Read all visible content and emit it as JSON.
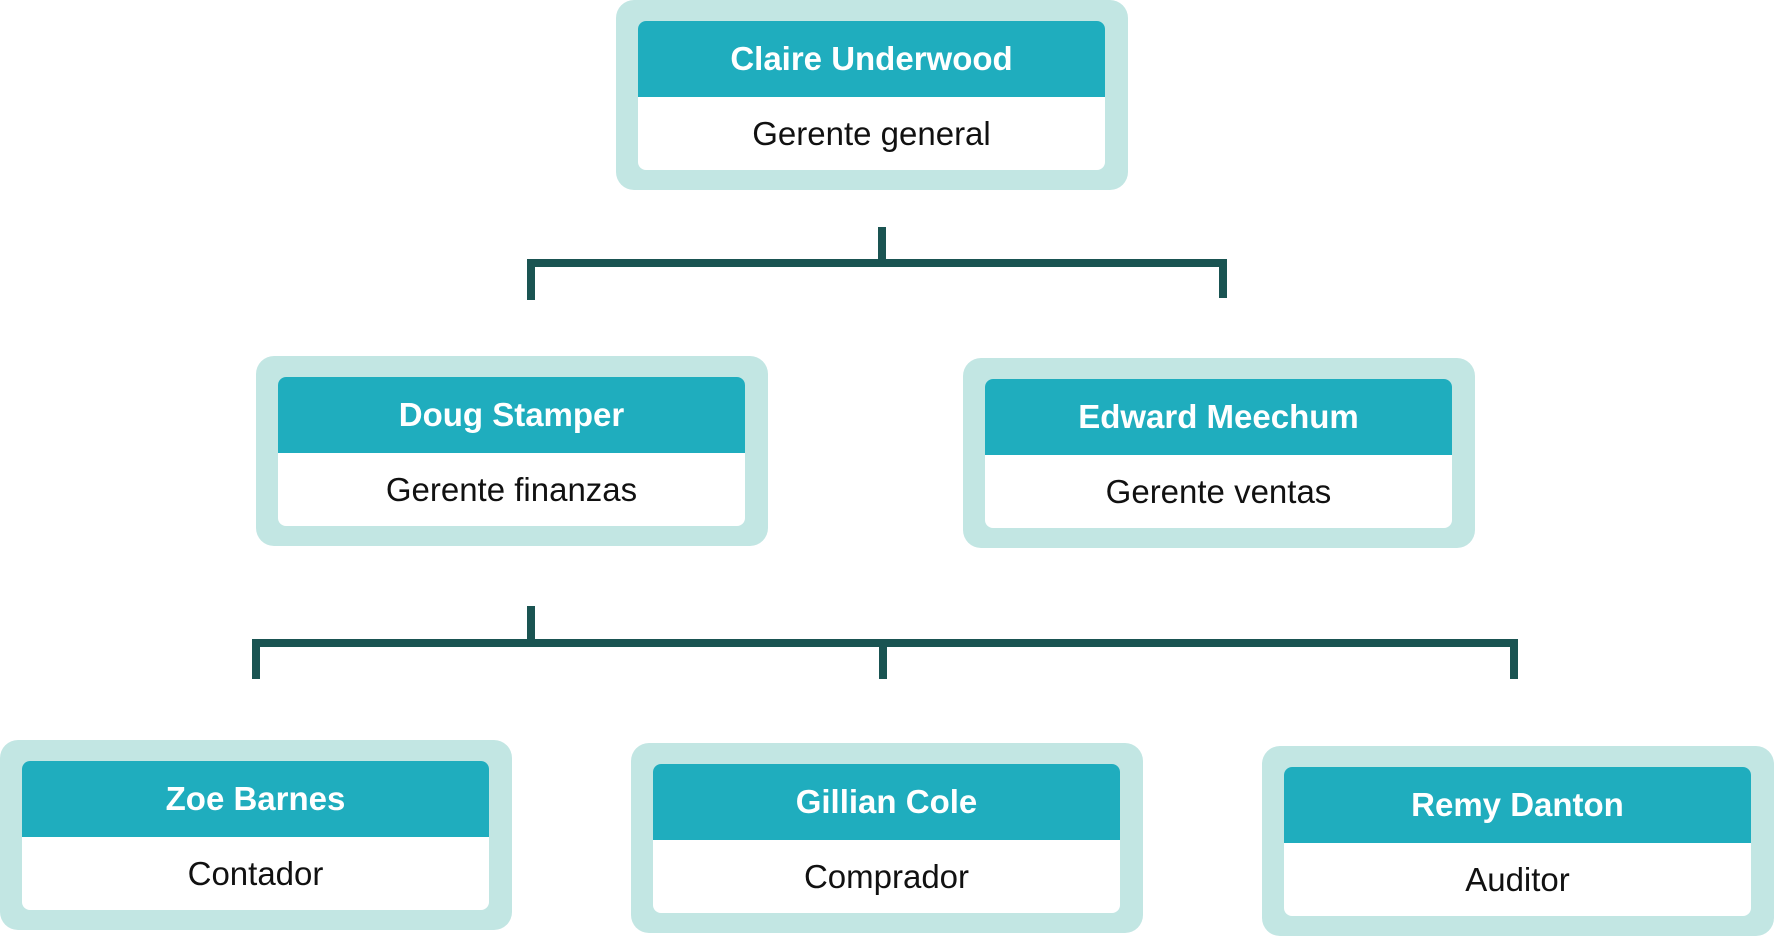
{
  "colors": {
    "node_outer": "#c2e6e3",
    "name_band": "#1fadbe",
    "connector": "#1a5452",
    "name_text": "#ffffff",
    "role_text": "#111111"
  },
  "org_chart": {
    "root": {
      "name": "Claire Underwood",
      "role": "Gerente general"
    },
    "managers": [
      {
        "name": "Doug Stamper",
        "role": "Gerente finanzas"
      },
      {
        "name": "Edward Meechum",
        "role": "Gerente ventas"
      }
    ],
    "staff": [
      {
        "name": "Zoe Barnes",
        "role": "Contador"
      },
      {
        "name": "Gillian Cole",
        "role": "Comprador"
      },
      {
        "name": "Remy Danton",
        "role": "Auditor"
      }
    ]
  }
}
